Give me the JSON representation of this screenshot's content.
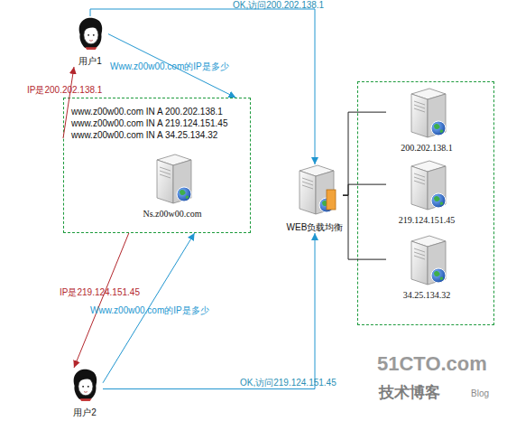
{
  "diagram": {
    "nodes": [
      {
        "text": [
          "用户1"
        ]
      },
      {
        "text": [
          "www.z00w00.com IN A 200.202.138.1",
          "www.z00w00.com IN A 219.124.151.45",
          "www.z00w00.com IN A 34.25.134.32"
        ]
      },
      {
        "text": [
          "Ns.z00w00.com"
        ],
        "in": 1
      },
      {
        "text": [
          "WEB负载均衡"
        ]
      },
      {
        "text": []
      },
      {
        "text": [
          "200.202.138.1"
        ],
        "in": 4
      },
      {
        "text": [
          "219.124.151.45"
        ],
        "in": 4
      },
      {
        "text": [
          "34.25.134.32"
        ],
        "in": 4
      },
      {
        "text": [
          "用户2"
        ]
      }
    ],
    "edges": [
      {
        "from": 0,
        "to": 1,
        "label": "Www.z00w00.com的IP是多少",
        "arrow": "to"
      },
      {
        "from": 1,
        "to": 0,
        "label": "IP是200.202.138.1",
        "arrow": "to"
      },
      {
        "from": 0,
        "to": 3,
        "label": "OK,访问200.202.138.1",
        "arrow": "to"
      },
      {
        "from": 1,
        "to": 8,
        "label": "IP是219.124.151.45",
        "arrow": "to"
      },
      {
        "from": 8,
        "to": 1,
        "label": "Www.z00w00.com的IP是多少",
        "arrow": "to"
      },
      {
        "from": 8,
        "to": 3,
        "label": "OK,访问219.124.151.45",
        "arrow": "to"
      },
      {
        "from": 3,
        "to": 5,
        "arrow": "none"
      },
      {
        "from": 3,
        "to": 6,
        "arrow": "none"
      },
      {
        "from": 3,
        "to": 7,
        "arrow": "none"
      }
    ],
    "labels": [
      "51CTO.com",
      "技术博客",
      "Blog"
    ]
  }
}
